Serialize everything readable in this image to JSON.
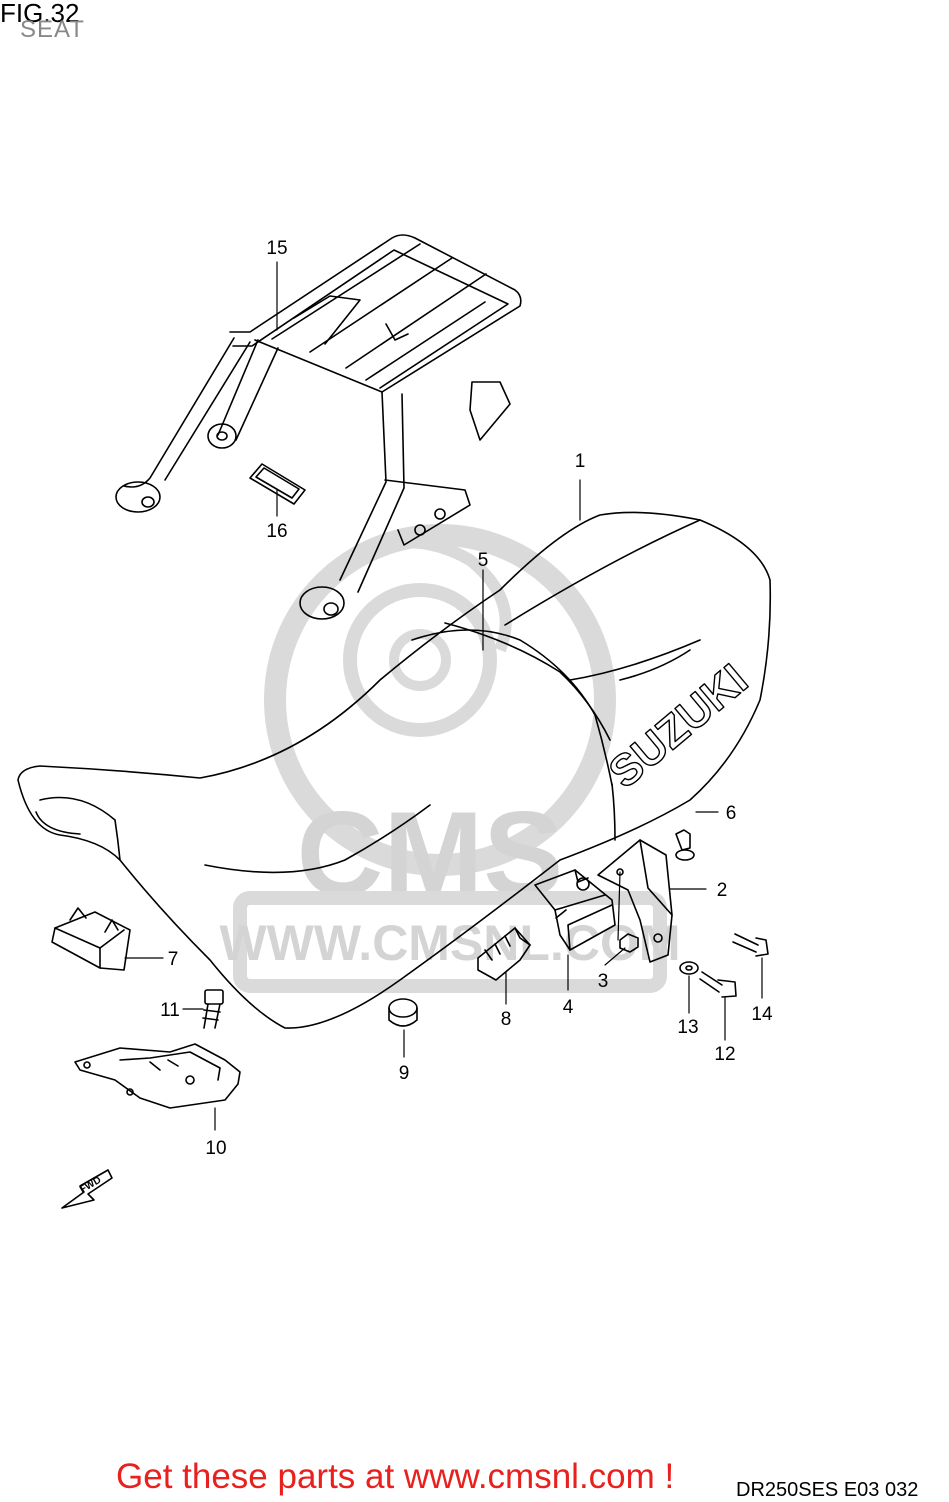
{
  "figure": {
    "title": "FIG.32",
    "subtitle": "SEAT"
  },
  "seat_logo": "SUZUKI",
  "fwd_label": "FWD",
  "watermark": {
    "brand": "CMS",
    "url": "WWW.CMSNL.COM"
  },
  "callouts": [
    {
      "number": "1",
      "part": "seat"
    },
    {
      "number": "2",
      "part": "seat-bracket"
    },
    {
      "number": "3",
      "part": "nut"
    },
    {
      "number": "4",
      "part": "seat-lock-hook"
    },
    {
      "number": "5",
      "part": "seat-strap"
    },
    {
      "number": "6",
      "part": "bolt"
    },
    {
      "number": "7",
      "part": "seat-cushion"
    },
    {
      "number": "8",
      "part": "cushion"
    },
    {
      "number": "9",
      "part": "grommet"
    },
    {
      "number": "10",
      "part": "seat-plate"
    },
    {
      "number": "11",
      "part": "bolt"
    },
    {
      "number": "12",
      "part": "bolt"
    },
    {
      "number": "13",
      "part": "washer"
    },
    {
      "number": "14",
      "part": "bolt"
    },
    {
      "number": "15",
      "part": "carrier"
    },
    {
      "number": "16",
      "part": "label"
    }
  ],
  "footer": {
    "link_text": "Get these parts at www.cmsnl.com !",
    "diagram_code": "DR250SES E03  032"
  },
  "colors": {
    "line": "#000000",
    "footer_link": "#e8201e",
    "watermark": "#d0d0d0",
    "subtitle": "#888888"
  }
}
